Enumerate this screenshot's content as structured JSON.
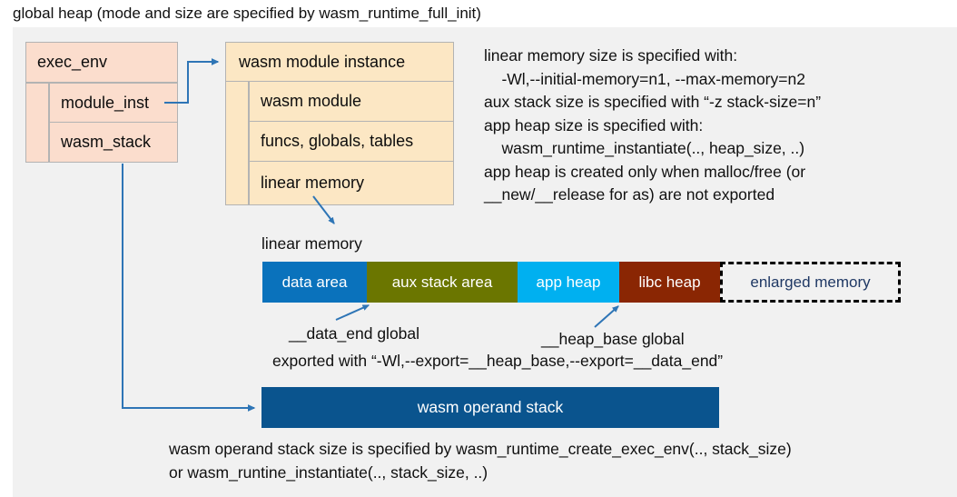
{
  "title": "global heap (mode and size are specified by wasm_runtime_full_init)",
  "exec_env": {
    "header": "exec_env",
    "rows": [
      {
        "label": "module_inst"
      },
      {
        "label": "wasm_stack"
      }
    ]
  },
  "module_instance": {
    "header": "wasm module instance",
    "rows": [
      {
        "label": "wasm module"
      },
      {
        "label": "funcs, globals, tables"
      },
      {
        "label": "linear memory"
      }
    ]
  },
  "notes": "linear memory size is specified with:\n    -Wl,--initial-memory=n1, --max-memory=n2\naux stack size is specified with “-z stack-size=n”\napp heap size is specified with:\n    wasm_runtime_instantiate(.., heap_size, ..)\napp heap is created only when malloc/free (or\n__new/__release for as) are not exported",
  "linear_memory": {
    "label": "linear memory",
    "segments": [
      {
        "label": "data area",
        "color": "#0a72bc"
      },
      {
        "label": "aux stack area",
        "color": "#6b7600"
      },
      {
        "label": "app heap",
        "color": "#00b0f0"
      },
      {
        "label": "libc heap",
        "color": "#8a2603"
      },
      {
        "label": "enlarged memory",
        "color": "#f1f1f1"
      }
    ]
  },
  "annotations": {
    "data_end": "__data_end global",
    "heap_base": "__heap_base global",
    "exported": "exported with “-Wl,--export=__heap_base,--export=__data_end”"
  },
  "operand_stack": {
    "label": "wasm operand stack",
    "color": "#0a548e",
    "note": "wasm operand stack size is specified by wasm_runtime_create_exec_env(.., stack_size)\nor wasm_runtine_instantiate(.., stack_size, ..)"
  },
  "colors": {
    "panel_background": "#f1f1f1",
    "exec_env_fill": "#fbddcd",
    "module_instance_fill": "#fce7c4",
    "connector": "#2e75b6",
    "enlarged_memory_text": "#1f3864"
  }
}
